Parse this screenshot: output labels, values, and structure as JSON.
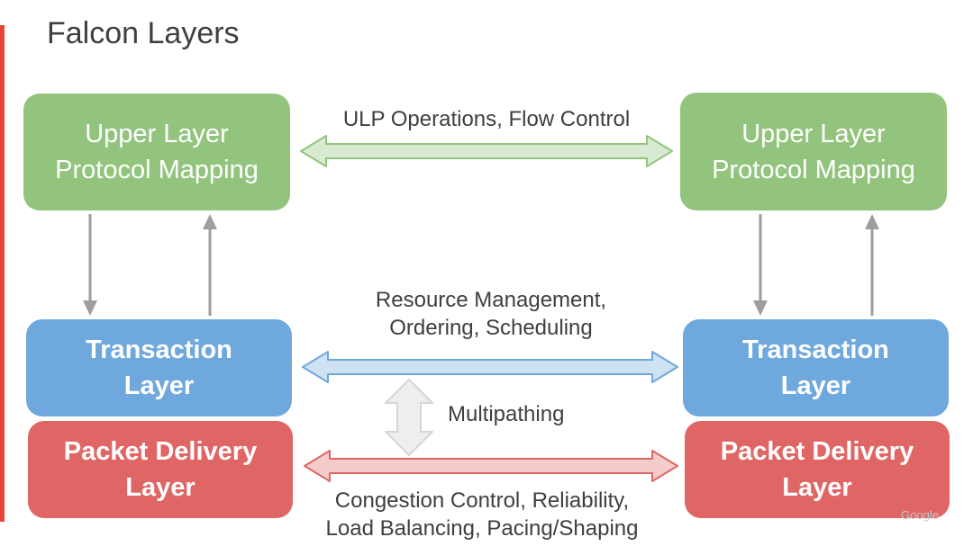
{
  "title": "Falcon Layers",
  "left_stack": {
    "ulp": "Upper Layer\nProtocol Mapping",
    "transaction": "Transaction\nLayer",
    "packet": "Packet Delivery\nLayer"
  },
  "right_stack": {
    "ulp": "Upper Layer\nProtocol Mapping",
    "transaction": "Transaction\nLayer",
    "packet": "Packet Delivery\nLayer"
  },
  "links": {
    "ulp": "ULP Operations, Flow Control",
    "transaction": "Resource Management,\nOrdering, Scheduling",
    "multipath": "Multipathing",
    "packet": "Congestion Control, Reliability,\nLoad Balancing, Pacing/Shaping"
  },
  "watermark": "Google",
  "colors": {
    "accent": "#ea4335",
    "ulp_box": "#93c47d",
    "transaction_box": "#6fa8dc",
    "packet_box": "#e06666",
    "ulp_arrow_fill": "#d9ead3",
    "transaction_arrow_fill": "#cfe2f3",
    "packet_arrow_fill": "#f4cccc",
    "multipath_arrow_fill": "#eeeeee",
    "vertical_arrow": "#9e9e9e"
  }
}
